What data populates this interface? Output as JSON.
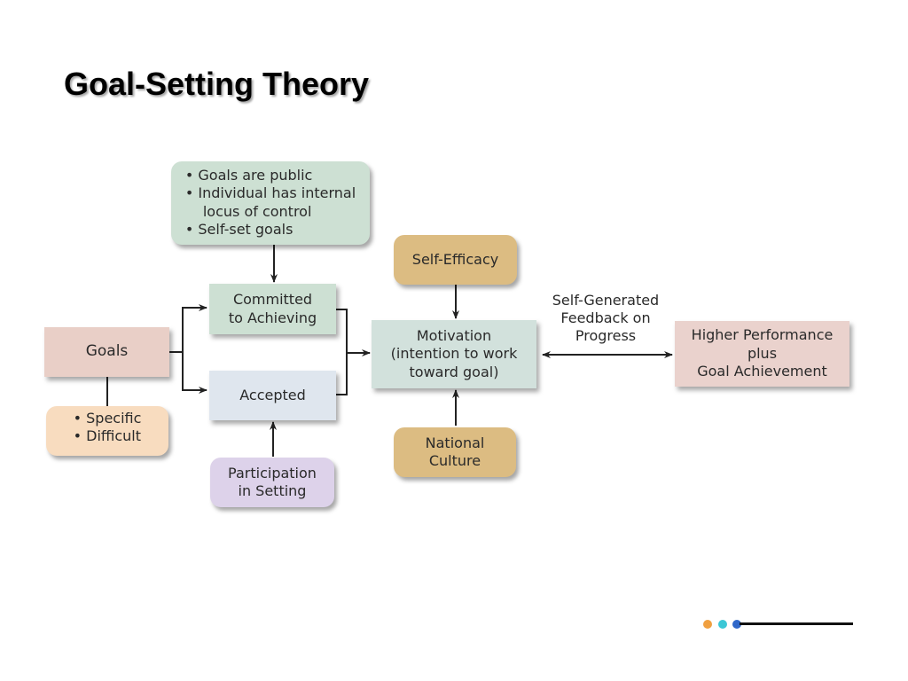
{
  "title": "Goal-Setting Theory",
  "nodes": {
    "moderators": {
      "items": [
        "Goals are public",
        "Individual has internal",
        "locus of control",
        "Self-set goals"
      ],
      "color": "#cde0d3"
    },
    "committed": {
      "lines": [
        "Committed",
        "to Achieving"
      ],
      "color": "#cde0d3"
    },
    "goals": {
      "label": "Goals",
      "color": "#e9cfc7"
    },
    "goal_traits": {
      "items": [
        "Specific",
        "Difficult"
      ],
      "color": "#f8dcbf"
    },
    "accepted": {
      "label": "Accepted",
      "color": "#dfe6ee"
    },
    "participation": {
      "lines": [
        "Participation",
        "in Setting"
      ],
      "color": "#ddd2ea"
    },
    "self_efficacy": {
      "label": "Self-Efficacy",
      "color": "#dcbc82"
    },
    "motivation": {
      "lines": [
        "Motivation",
        "(intention to work",
        "toward goal)"
      ],
      "color": "#d2e1dc"
    },
    "national_culture": {
      "lines": [
        "National",
        "Culture"
      ],
      "color": "#dcbc82"
    },
    "feedback": {
      "lines": [
        "Self-Generated",
        "Feedback on",
        "Progress"
      ]
    },
    "outcome": {
      "lines": [
        "Higher Performance",
        "plus",
        "Goal Achievement"
      ],
      "color": "#ead2cd"
    }
  },
  "decoration": {
    "dot_colors": [
      "#f0a040",
      "#3cc7d6",
      "#2f67c9"
    ],
    "line_color": "#111111"
  }
}
